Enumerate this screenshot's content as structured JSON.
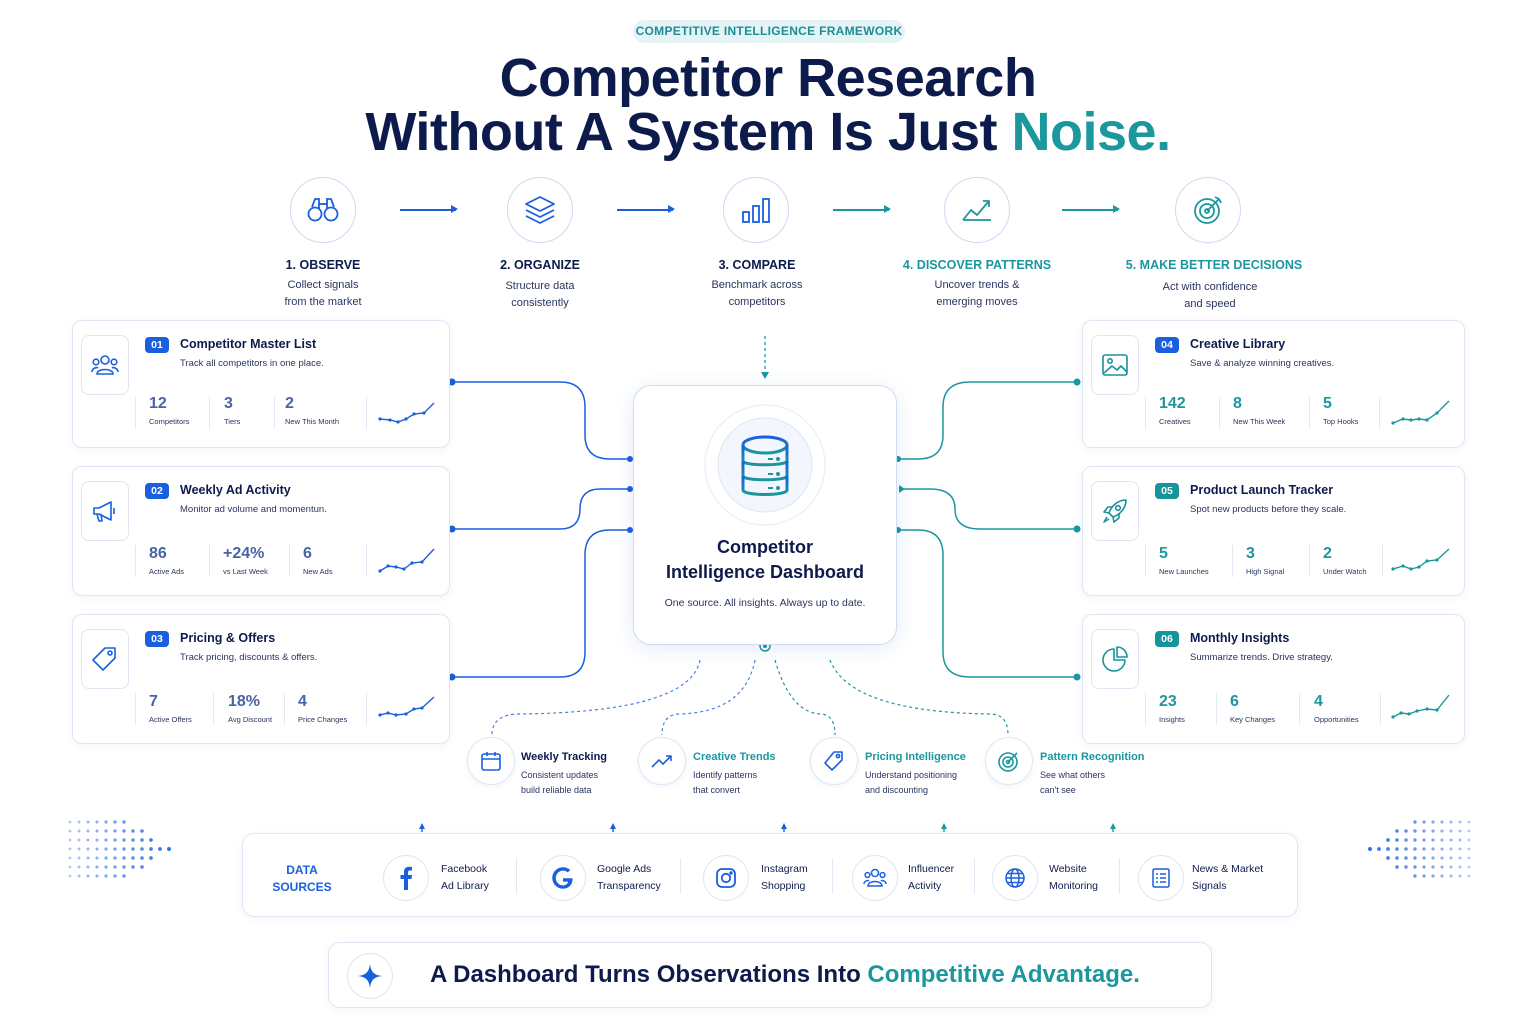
{
  "header": {
    "eyebrow": "COMPETITIVE INTELLIGENCE FRAMEWORK",
    "line1": "Competitor Research",
    "line2_main": "Without A System Is Just ",
    "line2_accent": "Noise."
  },
  "steps": [
    {
      "title": "1. OBSERVE",
      "desc1": "Collect signals",
      "desc2": "from the market",
      "icon": "binoculars-icon"
    },
    {
      "title": "2. ORGANIZE",
      "desc1": "Structure data",
      "desc2": "consistently",
      "icon": "layers-icon"
    },
    {
      "title": "3. COMPARE",
      "desc1": "Benchmark across",
      "desc2": "competitors",
      "icon": "bar-chart-icon"
    },
    {
      "title": "4. DISCOVER PATTERNS",
      "desc1": "Uncover trends &",
      "desc2": "emerging moves",
      "icon": "trend-chart-icon"
    },
    {
      "title": "5. MAKE BETTER DECISIONS",
      "desc1": "Act with confidence",
      "desc2": "and speed",
      "icon": "target-icon"
    }
  ],
  "cards_left": [
    {
      "badge": "01",
      "title": "Competitor Master List",
      "sub": "Track all competitors in one place.",
      "stats": [
        {
          "num": "12",
          "lbl": "Competitors"
        },
        {
          "num": "3",
          "lbl": "Tiers"
        },
        {
          "num": "2",
          "lbl": "New This Month"
        }
      ]
    },
    {
      "badge": "02",
      "title": "Weekly Ad Activity",
      "sub": "Monitor ad volume and momentun.",
      "stats": [
        {
          "num": "86",
          "lbl": "Active Ads"
        },
        {
          "num": "+24%",
          "lbl": "vs Last Week"
        },
        {
          "num": "6",
          "lbl": "New Ads"
        }
      ]
    },
    {
      "badge": "03",
      "title": "Pricing & Offers",
      "sub": "Track pricing, discounts & offers.",
      "stats": [
        {
          "num": "7",
          "lbl": "Active Offers"
        },
        {
          "num": "18%",
          "lbl": "Avg Discount"
        },
        {
          "num": "4",
          "lbl": "Price Changes"
        }
      ]
    }
  ],
  "cards_right": [
    {
      "badge": "04",
      "title": "Creative Library",
      "sub": "Save & analyze winning creatives.",
      "stats": [
        {
          "num": "142",
          "lbl": "Creatives"
        },
        {
          "num": "8",
          "lbl": "New This Week"
        },
        {
          "num": "5",
          "lbl": "Top Hooks"
        }
      ]
    },
    {
      "badge": "05",
      "title": "Product Launch Tracker",
      "sub": "Spot new products before they scale.",
      "stats": [
        {
          "num": "5",
          "lbl": "New Launches"
        },
        {
          "num": "3",
          "lbl": "High Signal"
        },
        {
          "num": "2",
          "lbl": "Under Watch"
        }
      ]
    },
    {
      "badge": "06",
      "title": "Monthly Insights",
      "sub": "Summarize trends. Drive strategy.",
      "stats": [
        {
          "num": "23",
          "lbl": "Insights"
        },
        {
          "num": "6",
          "lbl": "Key Changes"
        },
        {
          "num": "4",
          "lbl": "Opportunities"
        }
      ]
    }
  ],
  "hub": {
    "title1": "Competitor",
    "title2": "Intelligence Dashboard",
    "sub": "One source. All insights. Always up to date."
  },
  "features": [
    {
      "title": "Weekly Tracking",
      "d1": "Consistent updates",
      "d2": "build reliable data"
    },
    {
      "title": "Creative Trends",
      "d1": "Identify patterns",
      "d2": "that convert"
    },
    {
      "title": "Pricing Intelligence",
      "d1": "Understand positioning",
      "d2": "and discounting"
    },
    {
      "title": "Pattern Recognition",
      "d1": "See what others",
      "d2": "can't see"
    }
  ],
  "sources": {
    "label1": "DATA",
    "label2": "SOURCES",
    "items": [
      {
        "l1": "Facebook",
        "l2": "Ad Library"
      },
      {
        "l1": "Google Ads",
        "l2": "Transparency"
      },
      {
        "l1": "Instagram",
        "l2": "Shopping"
      },
      {
        "l1": "Influencer",
        "l2": "Activity"
      },
      {
        "l1": "Website",
        "l2": "Monitoring"
      },
      {
        "l1": "News & Market",
        "l2": "Signals"
      }
    ]
  },
  "footer": {
    "main": "A Dashboard Turns Observations Into ",
    "accent": "Competitive Advantage."
  },
  "colors": {
    "navy": "#0d1b4c",
    "blue": "#1a5fe0",
    "teal": "#1b979e"
  }
}
